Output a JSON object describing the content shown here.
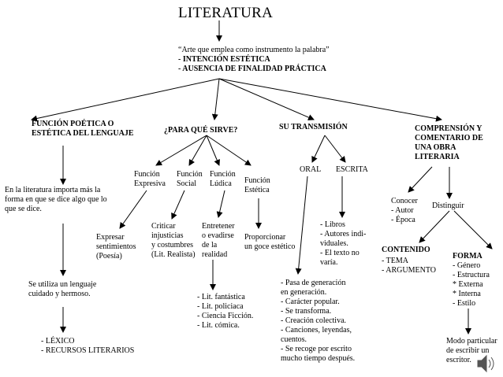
{
  "title": "LITERATURA",
  "definition": {
    "quote": "“Arte que emplea como instrumento la palabra”",
    "line1": "- INTENCIÓN ESTÉTICA",
    "line2": "- AUSENCIA DE FINALIDAD PRÁCTICA"
  },
  "branches": {
    "poetic": {
      "heading": "FUNCIÓN POÉTICA O\nESTÉTICA DEL LENGUAJE",
      "note": "En la literatura importa más la\nforma en que se dice algo que lo\nque se dice.",
      "language": "Se utiliza un lenguaje\ncuidado y hermoso.",
      "resources": "- LÉXICO\n- RECURSOS LITERARIOS"
    },
    "purpose": {
      "heading": "¿PARA QUÉ SIRVE?",
      "f1": "Función\nExpresiva",
      "f2": "Función\nSocial",
      "f3": "Función\nLúdica",
      "f4": "Función\nEstética",
      "d1": "Expresar\nsentimientos\n(Poesía)",
      "d2": "Criticar\ninjusticias\ny costumbres\n(Lit. Realista)",
      "d3": "Entretener\no evadirse\nde la\nrealidad",
      "d4": "Proporcionar\nun goce estético",
      "genres": "- Lit. fantástica\n- Lit. policiaca\n- Ciencia Ficción.\n- Lit. cómica."
    },
    "transmission": {
      "heading": "SU TRANSMISIÓN",
      "oral": "ORAL",
      "written": "ESCRITA",
      "written_items": "- Libros\n- Autores indi-\nviduales.\n- El texto no\nvaría.",
      "oral_items": "- Pasa de generación\nen generación.\n- Carácter popular.\n- Se transforma.\n- Creación colectiva.\n- Canciones, leyendas,\ncuentos.\n- Se recoge por escrito\nmucho tiempo después."
    },
    "comprehension": {
      "heading": "COMPRENSIÓN Y\nCOMENTARIO DE\nUNA OBRA\nLITERARIA",
      "know": "Conocer\n- Autor\n- Época",
      "distinguish": "Distinguir",
      "content_heading": "CONTENIDO",
      "content_items": "- TEMA\n- ARGUMENTO",
      "form_heading": "FORMA",
      "form_items": "- Género\n- Estructura\n* Externa\n* Interna\n- Estilo",
      "style_note": "Modo particular\nde escribir un\nescritor."
    }
  }
}
